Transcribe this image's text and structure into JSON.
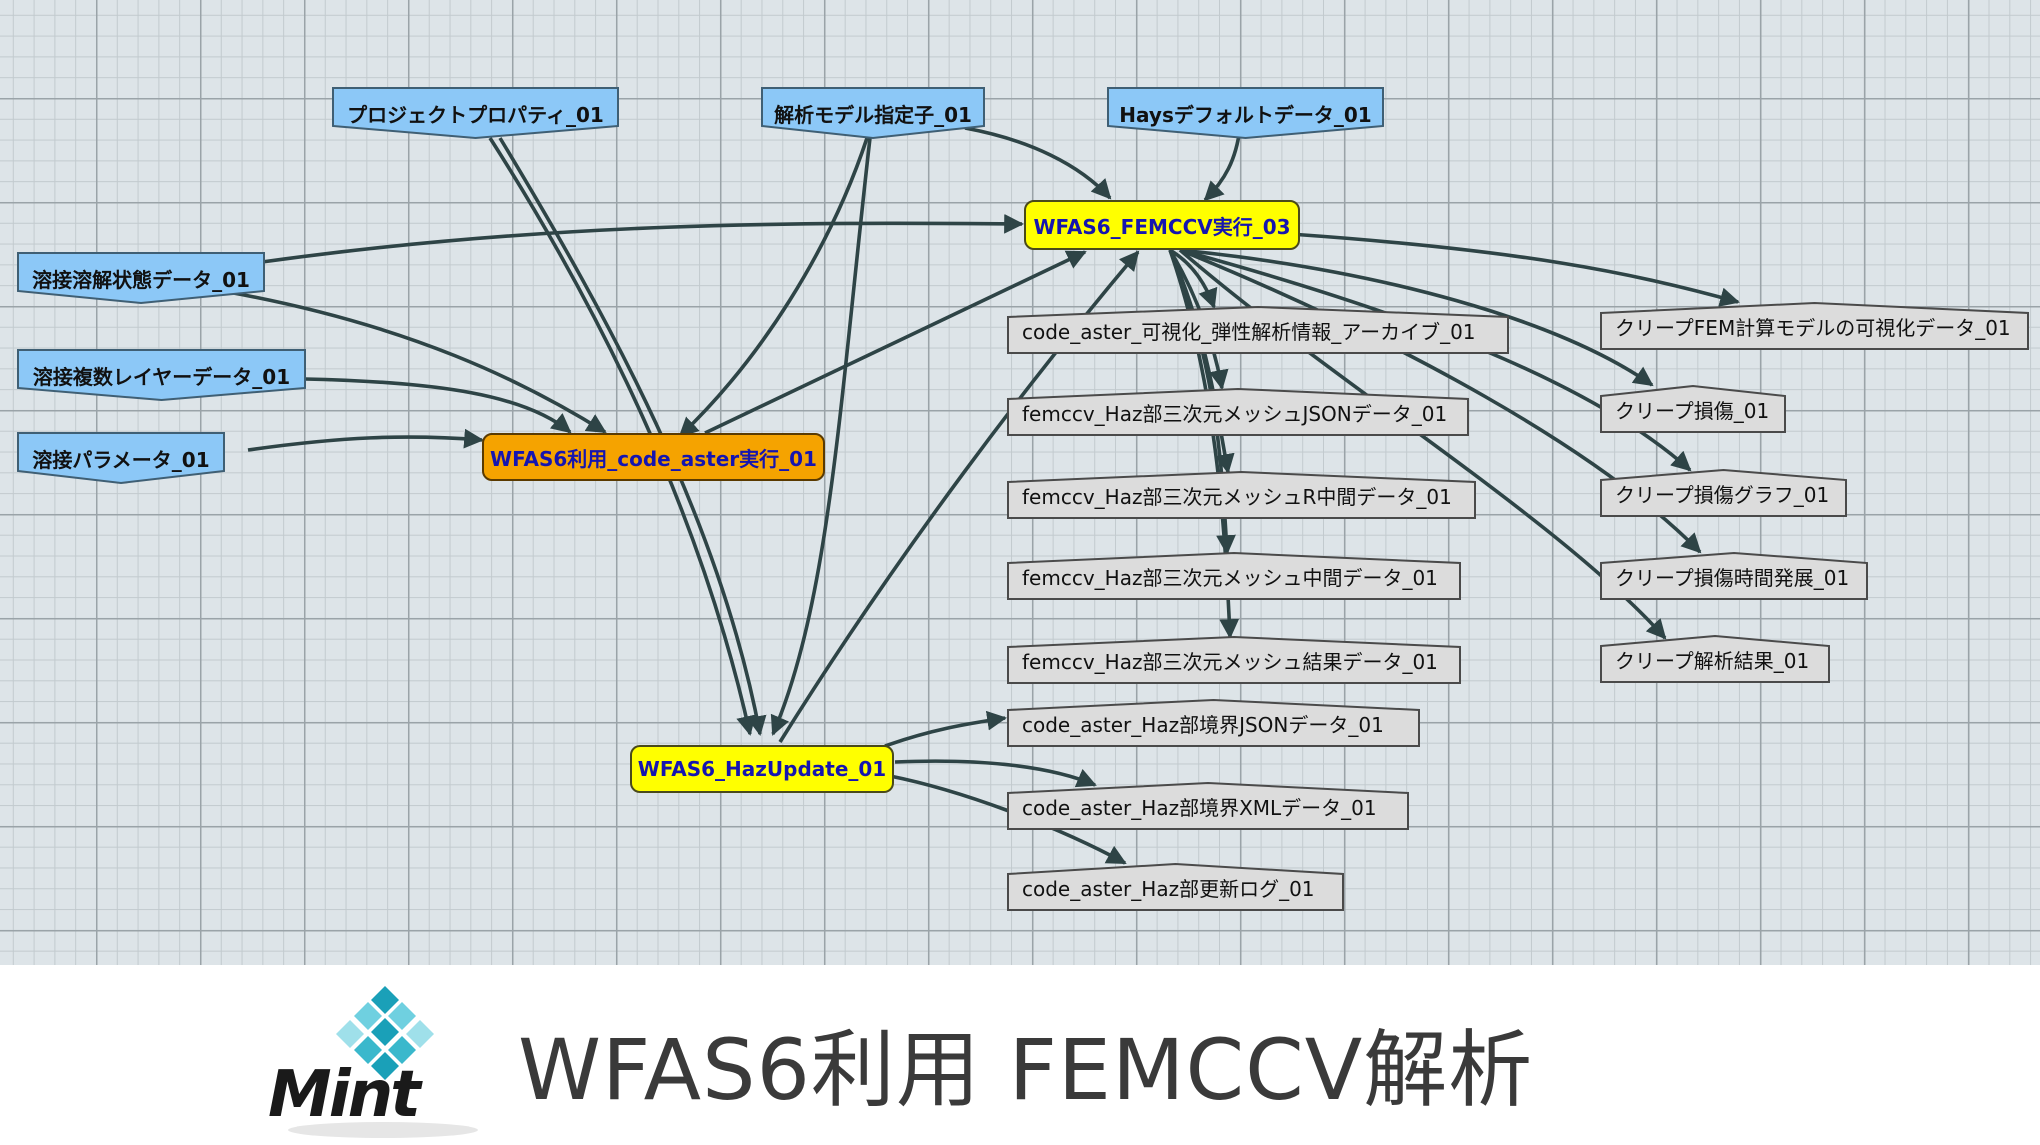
{
  "diagram": {
    "inputs": {
      "project_property": "プロジェクトプロパティ_01",
      "model_spec": "解析モデル指定子_01",
      "hays_default": "Haysデフォルトデータ_01",
      "weld_melt_state": "溶接溶解状態データ_01",
      "weld_multilayer": "溶接複数レイヤーデータ_01",
      "weld_param": "溶接パラメータ_01"
    },
    "processes": {
      "femccv_exec": "WFAS6_FEMCCV実行_03",
      "code_aster_exec": "WFAS6利用_code_aster実行_01",
      "haz_update": "WFAS6_HazUpdate_01"
    },
    "outputs": {
      "ca_visual_archive": "code_aster_可視化_弾性解析情報_アーカイブ_01",
      "femccv_json": "femccv_Haz部三次元メッシュJSONデータ_01",
      "femccv_r": "femccv_Haz部三次元メッシュR中間データ_01",
      "femccv_mid": "femccv_Haz部三次元メッシュ中間データ_01",
      "femccv_result": "femccv_Haz部三次元メッシュ結果データ_01",
      "creep_fem_vis": "クリープFEM計算モデルの可視化データ_01",
      "creep_damage": "クリープ損傷_01",
      "creep_damage_graph": "クリープ損傷グラフ_01",
      "creep_damage_time": "クリープ損傷時間発展_01",
      "creep_result": "クリープ解析結果_01",
      "ca_haz_json": "code_aster_Haz部境界JSONデータ_01",
      "ca_haz_xml": "code_aster_Haz部境界XMLデータ_01",
      "ca_haz_log": "code_aster_Haz部更新ログ_01"
    },
    "colors": {
      "input_fill": "#8cc8f7",
      "process_yellow": "#ffff00",
      "process_orange": "#f5a300",
      "output_fill": "#dcdcdc",
      "edge": "#2e4446",
      "process_text": "#1515b0"
    }
  },
  "footer": {
    "logo_text": "Mint",
    "title": "WFAS6利用 FEMCCV解析"
  }
}
